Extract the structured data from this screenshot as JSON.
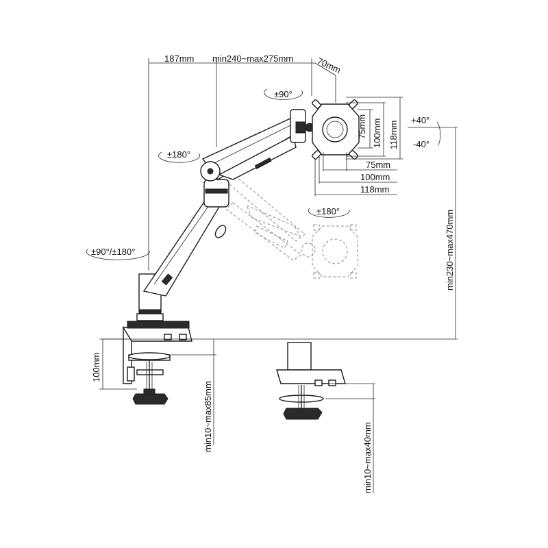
{
  "dimensions": {
    "arm_segment_1": "187mm",
    "arm_segment_2": "min240~max275mm",
    "head_depth": "70mm",
    "vesa_small_v": "75mm",
    "vesa_medium_v": "100mm",
    "vesa_large_v": "118mm",
    "vesa_small_h": "75mm",
    "vesa_medium_h": "100mm",
    "vesa_large_h": "118mm",
    "height_range": "min230~max470mm",
    "clamp_height": "100mm",
    "clamp_range": "min10~max85mm",
    "grommet_range": "min10~max40mm"
  },
  "rotations": {
    "head_swivel": "±90°",
    "elbow_swivel": "±180°",
    "base_swivel": "±90°/±180°",
    "tilt_up": "+40°",
    "tilt_down": "-40°",
    "screen_rotation": "±180°"
  },
  "colors": {
    "line": "#1a1a1a",
    "ghost": "#8a8a8a",
    "fill_dark": "#2b2b2b"
  }
}
